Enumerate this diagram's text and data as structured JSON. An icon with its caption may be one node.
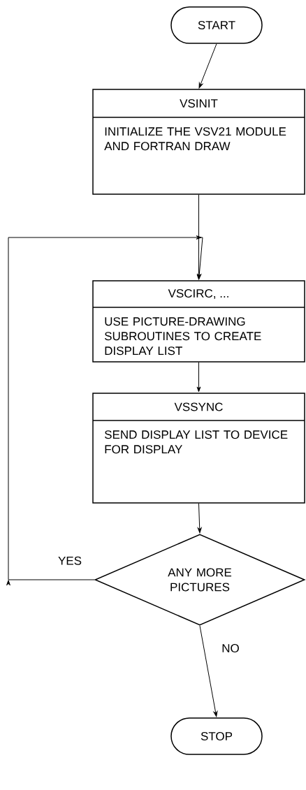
{
  "diagram": {
    "nodes": [
      {
        "text": [
          "START"
        ]
      },
      {
        "text": [
          "VSINIT",
          "INITIALIZE THE VSV21 MODULE AND FORTRAN DRAW"
        ]
      },
      {
        "text": [
          "VSCIRC, ...",
          "USE PICTURE-DRAWING SUBROUTINES TO CREATE DISPLAY LIST"
        ]
      },
      {
        "text": [
          "VSSYNC",
          "SEND DISPLAY LIST TO DEVICE FOR DISPLAY"
        ]
      },
      {
        "text": [
          "ANY MORE PICTURES"
        ]
      },
      {
        "text": [
          "STOP"
        ]
      }
    ],
    "edges": [
      {
        "from": 0,
        "to": 1,
        "arrow": "to"
      },
      {
        "from": 1,
        "to": 2,
        "arrow": "to"
      },
      {
        "from": 2,
        "to": 3,
        "arrow": "to"
      },
      {
        "from": 3,
        "to": 4,
        "arrow": "to"
      },
      {
        "from": 4,
        "to": 2,
        "arrow": "to",
        "label": "YES"
      },
      {
        "from": 4,
        "to": 5,
        "arrow": "to",
        "label": "NO"
      }
    ]
  }
}
